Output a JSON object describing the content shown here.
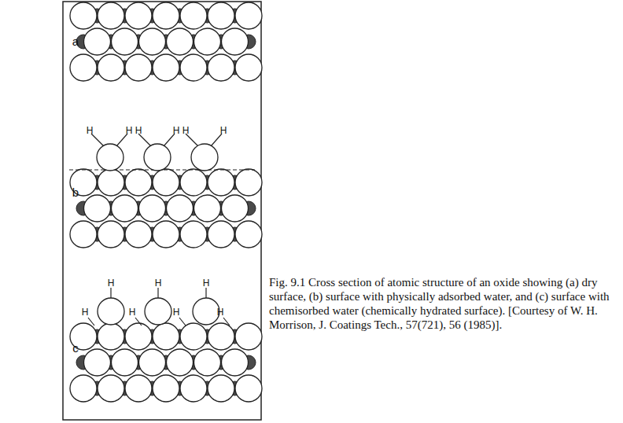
{
  "diagram": {
    "caption": "Fig. 9.1 Cross section of atomic structure of an oxide showing (a) dry surface, (b) surface with physically adsorbed water, and (c) surface with chemisorbed water (chemically hydrated surface). [Courtesy of W. H. Morrison, J. Coatings Tech., 57(721), 56 (1985)].",
    "labels": [
      "a",
      "b",
      "c",
      "H",
      "H",
      "H",
      "H",
      "H",
      "H",
      "H",
      "H",
      "H",
      "H",
      "H",
      "H",
      "H"
    ]
  }
}
